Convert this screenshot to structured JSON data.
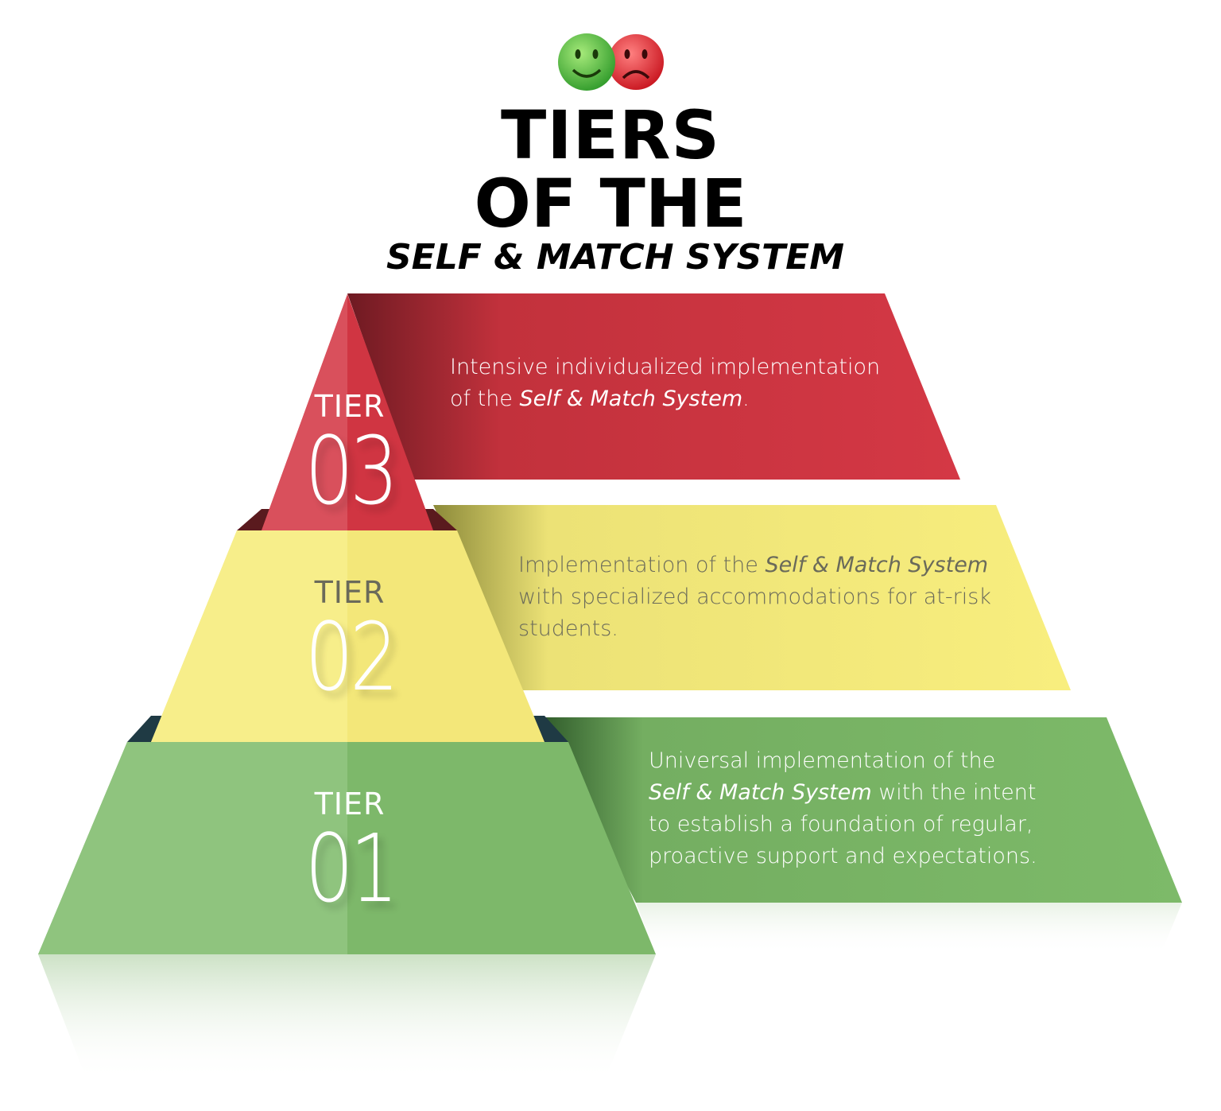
{
  "title": {
    "line1": "TIERS",
    "line2": "OF THE",
    "line3": "SELF & MATCH SYSTEM"
  },
  "icons": [
    "smiley-happy-green-icon",
    "smiley-sad-red-icon"
  ],
  "colors": {
    "red": "#d23a45",
    "yellow": "#f7ec7c",
    "green": "#7db86a"
  },
  "tiers": [
    {
      "label": "TIER",
      "number": "03",
      "lines": [
        [
          "Intensive individualized implementation"
        ],
        [
          "of the ",
          "Self & Match System",
          "."
        ]
      ]
    },
    {
      "label": "TIER",
      "number": "02",
      "lines": [
        [
          "Implementation of the ",
          "Self & Match System"
        ],
        [
          "with specialized accommodations for at-risk"
        ],
        [
          "students."
        ]
      ]
    },
    {
      "label": "TIER",
      "number": "01",
      "lines": [
        [
          "Universal implementation of the"
        ],
        [
          "Self & Match System",
          " with the intent"
        ],
        [
          "to establish a foundation of regular,"
        ],
        [
          "proactive support and expectations."
        ]
      ]
    }
  ]
}
